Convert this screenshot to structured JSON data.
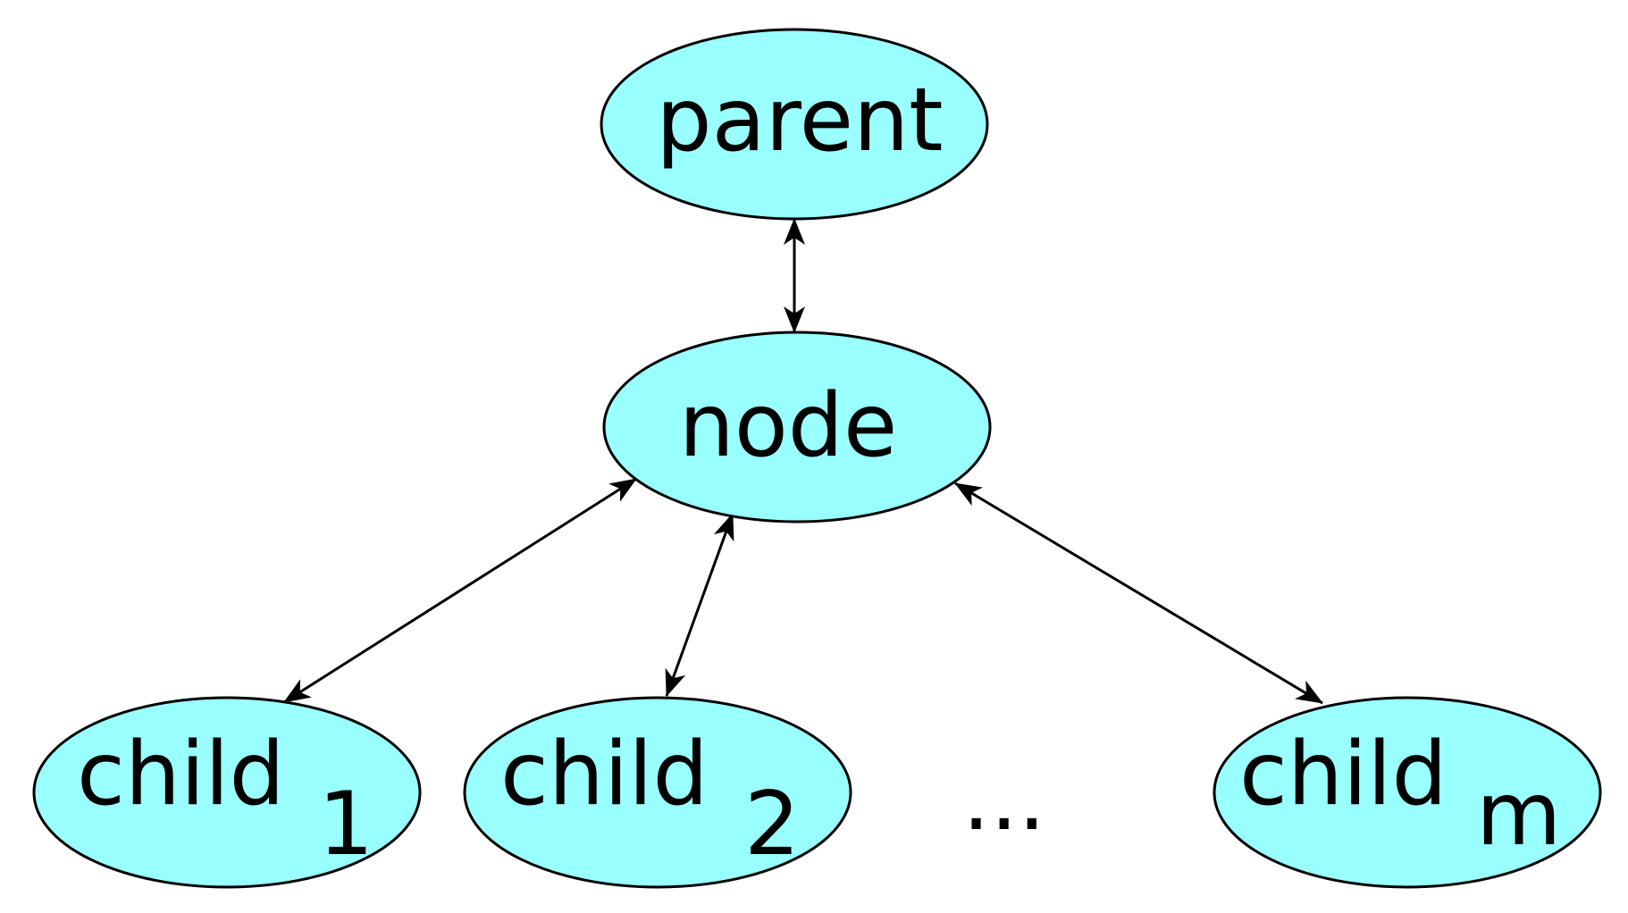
{
  "colors": {
    "node_fill": "#99ffff",
    "stroke": "#000000",
    "background": "#ffffff"
  },
  "nodes": {
    "parent": {
      "label": "parent"
    },
    "node": {
      "label": "node"
    },
    "child_1": {
      "label": "child",
      "subscript": "1"
    },
    "child_2": {
      "label": "child",
      "subscript": "2"
    },
    "child_m": {
      "label": "child",
      "subscript": "m"
    }
  },
  "ellipsis": "...",
  "edges": [
    {
      "from": "parent",
      "to": "node",
      "direction": "bidirectional"
    },
    {
      "from": "node",
      "to": "child_1",
      "direction": "bidirectional"
    },
    {
      "from": "node",
      "to": "child_2",
      "direction": "bidirectional"
    },
    {
      "from": "node",
      "to": "child_m",
      "direction": "bidirectional"
    }
  ]
}
